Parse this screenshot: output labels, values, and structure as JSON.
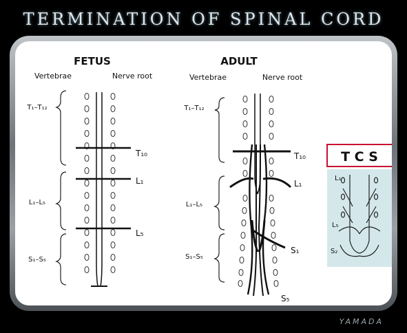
{
  "title": "TERMINATION OF SPINAL CORD",
  "fetus": {
    "heading": "FETUS",
    "col_vertebrae": "Vertebrae",
    "col_nerve_root": "Nerve root",
    "groups": [
      "T₁–T₁₂",
      "L₁–L₅",
      "S₁–S₅"
    ],
    "roots": [
      "T₁₀",
      "L₁",
      "L₅"
    ]
  },
  "adult": {
    "heading": "ADULT",
    "col_vertebrae": "Vertebrae",
    "col_nerve_root": "Nerve root",
    "groups": [
      "T₁–T₁₂",
      "L₁–L₅",
      "S₁–S₅"
    ],
    "roots": [
      "T₁₀",
      "L₁",
      "S₁",
      "S₅"
    ]
  },
  "tcs": {
    "label": "T C S",
    "color": "#c8102e",
    "labels": [
      "L₁",
      "L₅",
      "S₂"
    ]
  },
  "credit": "YAMADA",
  "colors": {
    "inset": "#d4e8ec",
    "frame": "#8a9096"
  }
}
